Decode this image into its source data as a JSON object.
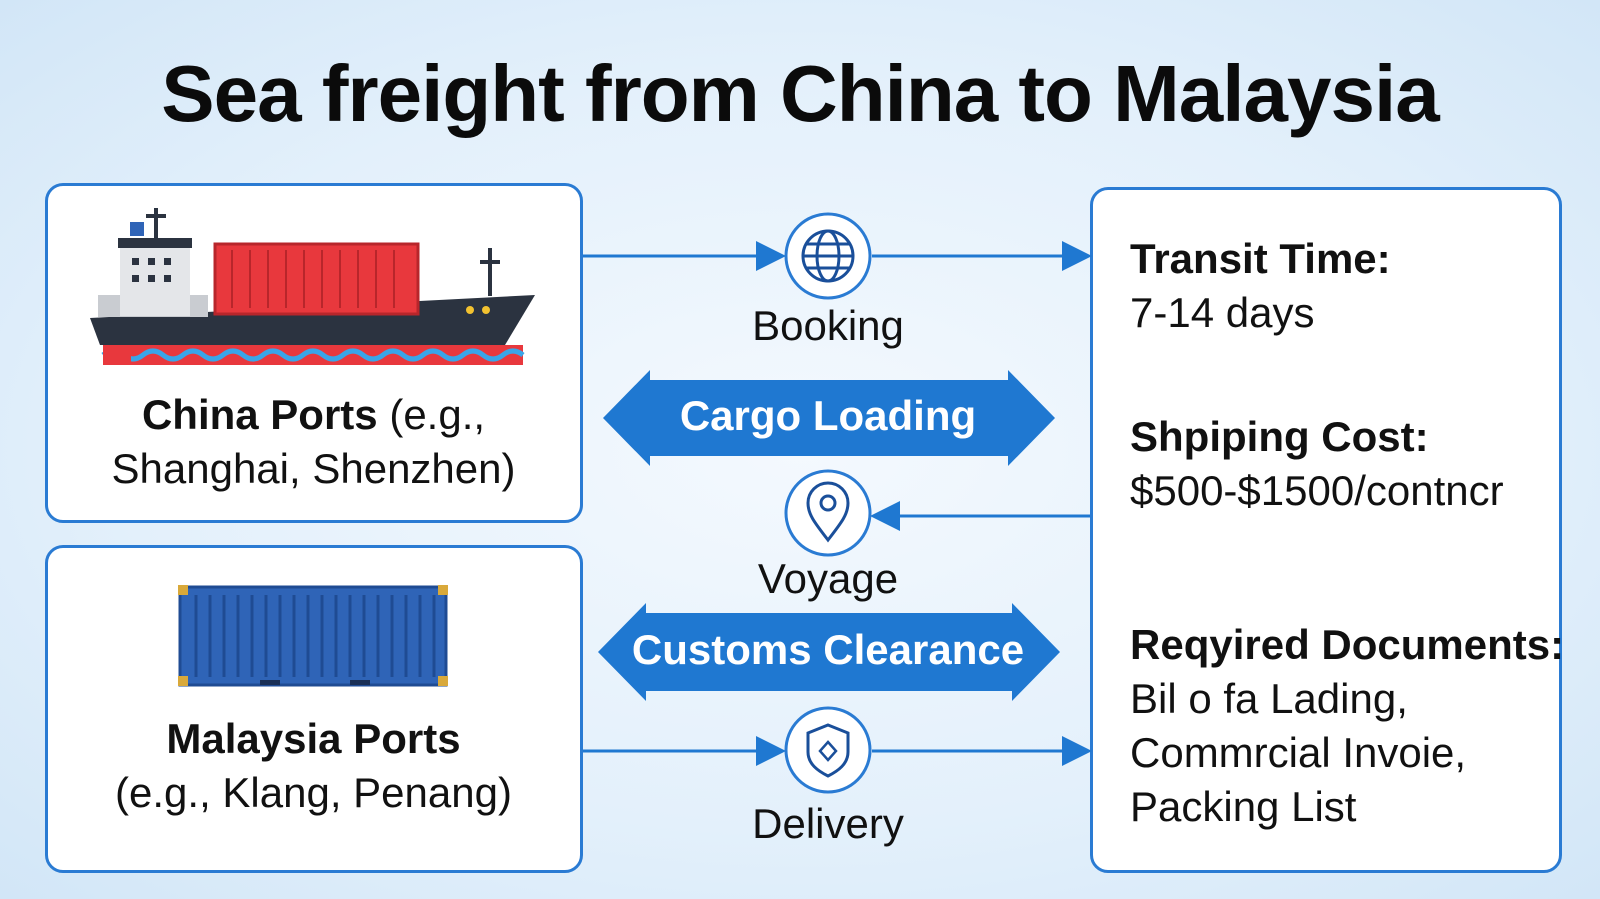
{
  "title": "Sea freight from China to Malaysia",
  "colors": {
    "accent": "#1f78d1",
    "container_red": "#e8383d",
    "container_blue": "#2f64b7",
    "hull": "#2b3340"
  },
  "origin": {
    "name": "China Ports",
    "example": "(e.g.,",
    "cities": "Shanghai, Shenzhen)",
    "icon": "cargo-ship-icon"
  },
  "destination": {
    "name": "Malaysia Ports",
    "cities": "(e.g., Klang, Penang)",
    "icon": "shipping-container-icon"
  },
  "steps": [
    {
      "label": "Booking",
      "icon": "globe-icon"
    },
    {
      "label": "Cargo Loading"
    },
    {
      "label": "Voyage",
      "icon": "location-pin-icon"
    },
    {
      "label": "Customs Clearance"
    },
    {
      "label": "Delivery",
      "icon": "shield-icon"
    }
  ],
  "info": {
    "transit_heading": "Transit Time:",
    "transit_value": "7-14 days",
    "cost_heading": "Shpiping Cost:",
    "cost_value": "$500-$1500/contncr",
    "docs_heading": "Reqyired Documents:",
    "docs": [
      "Bil o fa Lading,",
      "Commrcial Invoie,",
      "Packing List"
    ]
  }
}
